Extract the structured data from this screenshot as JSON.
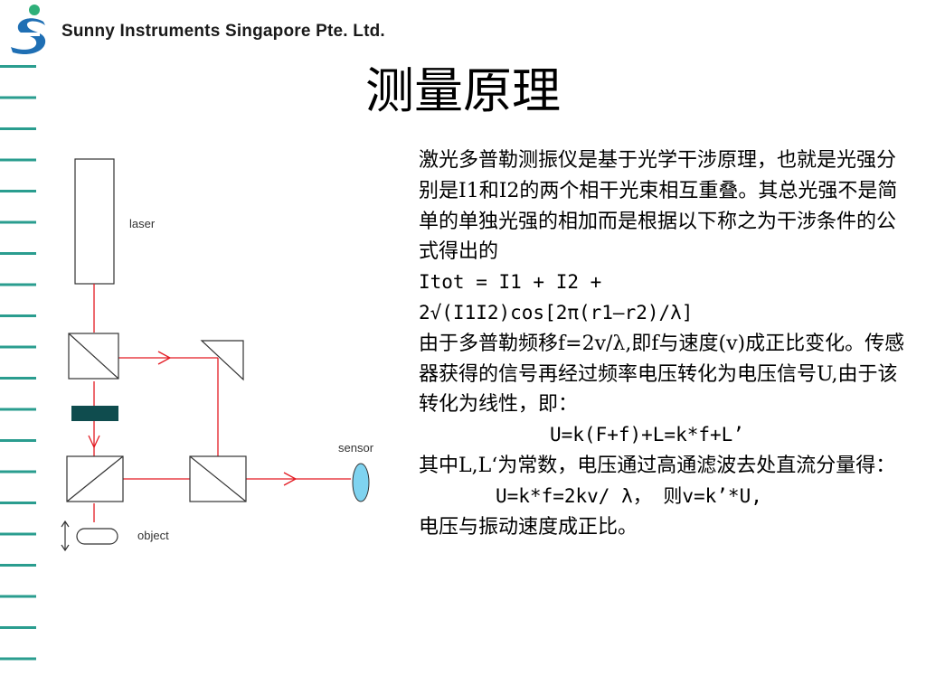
{
  "header": {
    "company": "Sunny Instruments Singapore Pte. Ltd.",
    "logo_icon": "sunny-logo-icon",
    "brand_colors": {
      "blue": "#1f6fb4",
      "green": "#2fb07a",
      "stripe": "#2a9d8f"
    }
  },
  "slide": {
    "title": "测量原理"
  },
  "diagram": {
    "labels": {
      "laser": "laser",
      "sensor": "sensor",
      "object": "object"
    },
    "colors": {
      "beam": "#e31b23",
      "block": "#0f4c4e",
      "sensor": "#7fd3f0"
    }
  },
  "body": {
    "p1": "激光多普勒测振仪是基于光学干涉原理，也就是光强分别是I1和I2的两个相干光束相互重叠。其总光强不是简单的单独光强的相加而是根据以下称之为干涉条件的公式得出的",
    "formula_line1": "Itot = I1 + I2 +",
    "formula_line2": "2√(I1I2)cos[2π(r1–r2)/λ]",
    "p2": "由于多普勒频移f=2v/λ,即f与速度(v)成正比变化。传感器获得的信号再经过频率电压转化为电压信号U,由于该转化为线性，即：",
    "eq1": "U=k(F+f)+L=k*f+L’",
    "p3": "其中L,L‘为常数，电压通过高通滤波去处直流分量得：",
    "eq2": "U=k*f=2kv/ λ， 则v=k’*U,",
    "p4": "电压与振动速度成正比。"
  }
}
